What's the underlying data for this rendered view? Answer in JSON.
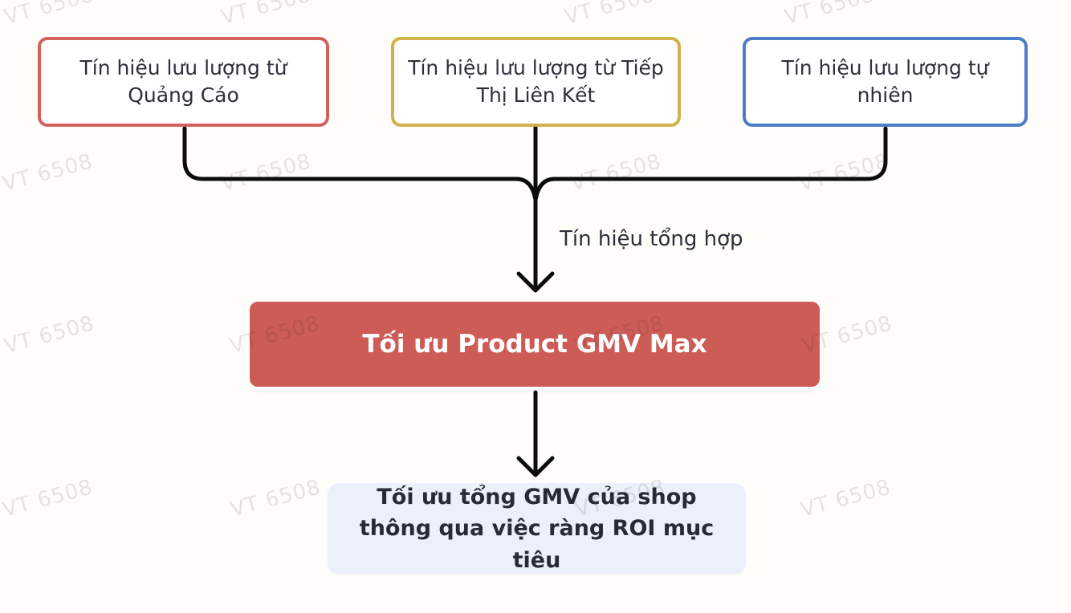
{
  "watermark": {
    "text": "VT 6508"
  },
  "diagram": {
    "sources": [
      {
        "id": "ads",
        "label": "Tín hiệu lưu lượng từ Quảng Cáo",
        "border_color": "#d5615d"
      },
      {
        "id": "affiliate",
        "label": "Tín hiệu lưu lượng từ Tiếp Thị Liên Kết",
        "border_color": "#d1b14b"
      },
      {
        "id": "organic",
        "label": "Tín hiệu lưu lượng tự nhiên",
        "border_color": "#4d7cc7"
      }
    ],
    "merge_arrow_label": "Tín hiệu tổng hợp",
    "process_box": {
      "label": "Tối ưu Product GMV Max",
      "fill": "#cd5b56",
      "text_color": "#ffffff"
    },
    "outcome_box": {
      "label": "Tối ưu tổng GMV của shop thông qua việc ràng ROI mục tiêu",
      "fill": "#ecf0fa"
    },
    "line_color": "#0c0c0c"
  }
}
